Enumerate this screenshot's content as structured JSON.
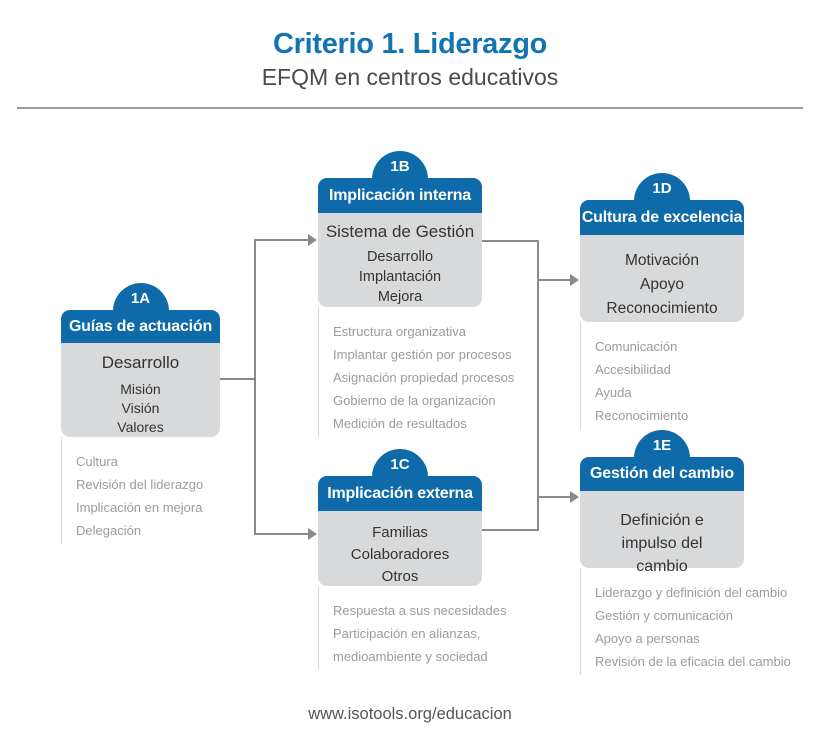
{
  "header": {
    "title": "Criterio 1. Liderazgo",
    "subtitle": "EFQM en centros educativos"
  },
  "footer": {
    "url": "www.isotools.org/educacion"
  },
  "colors": {
    "title_blue": "#1274b2",
    "node_blue": "#0e6aa8",
    "body_gray": "#d8d9da",
    "note_gray": "#9b9b9b",
    "line_gray": "#8a8a8a"
  },
  "nodes": [
    {
      "badge": "1A",
      "title": "Guías de actuación",
      "primary": "Desarrollo",
      "items": [
        "Misión",
        "Visión",
        "Valores"
      ],
      "notes": [
        "Cultura",
        "Revisión del liderazgo",
        "Implicación en mejora",
        "Delegación"
      ]
    },
    {
      "badge": "1B",
      "title": "Implicación interna",
      "primary": "Sistema de Gestión",
      "items": [
        "Desarrollo",
        "Implantación",
        "Mejora"
      ],
      "notes": [
        "Estructura organizativa",
        "Implantar gestión por procesos",
        "Asignación propiedad procesos",
        "Gobierno de la organización",
        "Medición de resultados"
      ]
    },
    {
      "badge": "1C",
      "title": "Implicación externa",
      "items": [
        "Familias",
        "Colaboradores",
        "Otros"
      ],
      "notes": [
        "Respuesta a sus necesidades",
        "Participación en alianzas, medioambiente y sociedad"
      ]
    },
    {
      "badge": "1D",
      "title": "Cultura de excelencia",
      "items": [
        "Motivación",
        "Apoyo",
        "Reconocimiento"
      ],
      "notes": [
        "Comunicación",
        "Accesibilidad",
        "Ayuda",
        "Reconocimiento"
      ]
    },
    {
      "badge": "1E",
      "title": "Gestión del cambio",
      "primary": "Definición e impulso del cambio",
      "notes": [
        "Liderazgo y definición del cambio",
        "Gestión y comunicación",
        "Apoyo a personas",
        "Revisión de la eficacia del cambio"
      ]
    }
  ]
}
